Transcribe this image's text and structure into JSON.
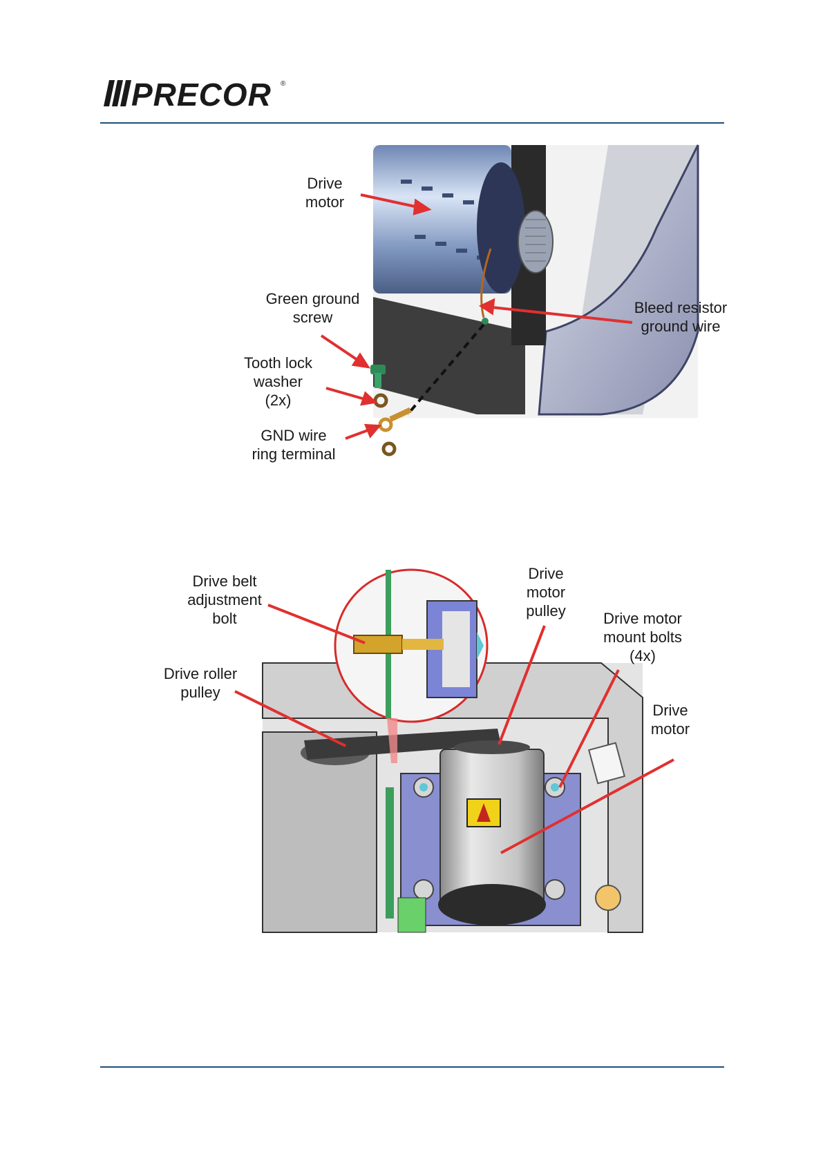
{
  "header": {
    "brand": "PRECOR",
    "registered_mark": "®"
  },
  "figure1": {
    "labels": {
      "drive_motor": "Drive\nmotor",
      "green_ground_screw": "Green ground\nscrew",
      "bleed_resistor_ground_wire": "Bleed resistor\nground wire",
      "tooth_lock_washer": "Tooth lock\nwasher\n(2x)",
      "gnd_wire_ring_terminal": "GND wire\nring terminal"
    }
  },
  "figure2": {
    "labels": {
      "drive_belt_adjustment_bolt": "Drive belt\nadjustment\nbolt",
      "drive_motor_pulley": "Drive\nmotor\npulley",
      "drive_motor_mount_bolts": "Drive motor\nmount bolts\n(4x)",
      "drive_roller_pulley": "Drive roller\npulley",
      "drive_motor": "Drive\nmotor"
    }
  },
  "colors": {
    "rule": "#1f4e79",
    "callout": "#e0302f",
    "ground_screw": "#2e8b57"
  }
}
